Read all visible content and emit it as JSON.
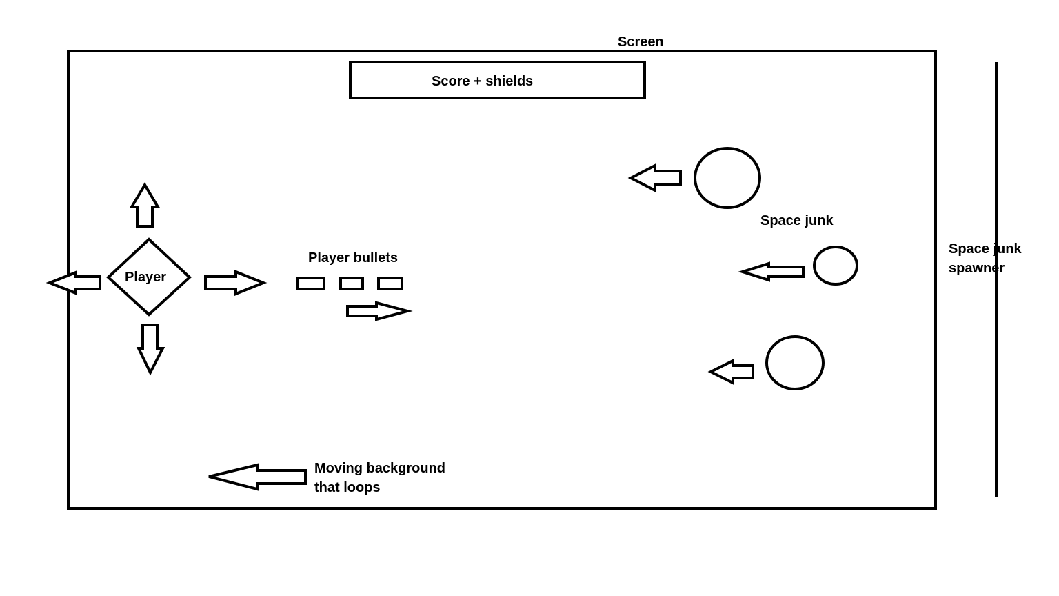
{
  "labels": {
    "screen": "Screen",
    "score": "Score + shields",
    "player": "Player",
    "bullets": "Player bullets",
    "junk": "Space junk",
    "spawner_line1": "Space junk",
    "spawner_line2": "spawner",
    "background_line1": "Moving background",
    "background_line2": "that loops"
  },
  "colors": {
    "stroke": "#000000",
    "background": "#ffffff"
  }
}
